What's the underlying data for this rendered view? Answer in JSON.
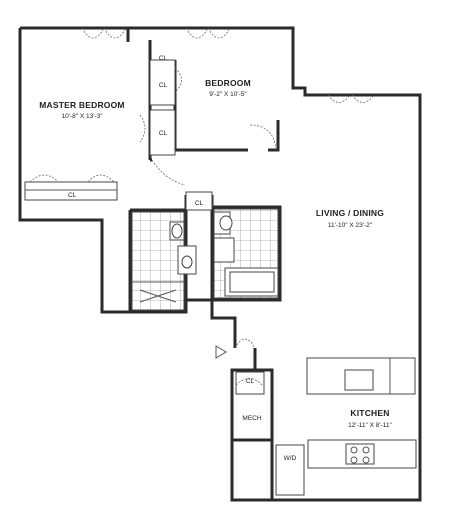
{
  "rooms": {
    "master_bedroom": {
      "name": "MASTER BEDROOM",
      "dims": "10'-8\" X 13'-3\""
    },
    "bedroom": {
      "name": "BEDROOM",
      "dims": "9'-2\" X 10'-5\""
    },
    "living_dining": {
      "name": "LIVING / DINING",
      "dims": "11'-10\" X 23'-2\""
    },
    "kitchen": {
      "name": "KITCHEN",
      "dims": "12'-11\" X 8'-11\""
    }
  },
  "closets": {
    "master_reach_in": "CL",
    "master_walk_1": "CL",
    "master_walk_2": "CL",
    "bedroom_closet": "CL",
    "hall_closet": "CL",
    "entry_closet": "CL"
  },
  "utilities": {
    "mech": "MECH",
    "washer_dryer": "W/D"
  }
}
